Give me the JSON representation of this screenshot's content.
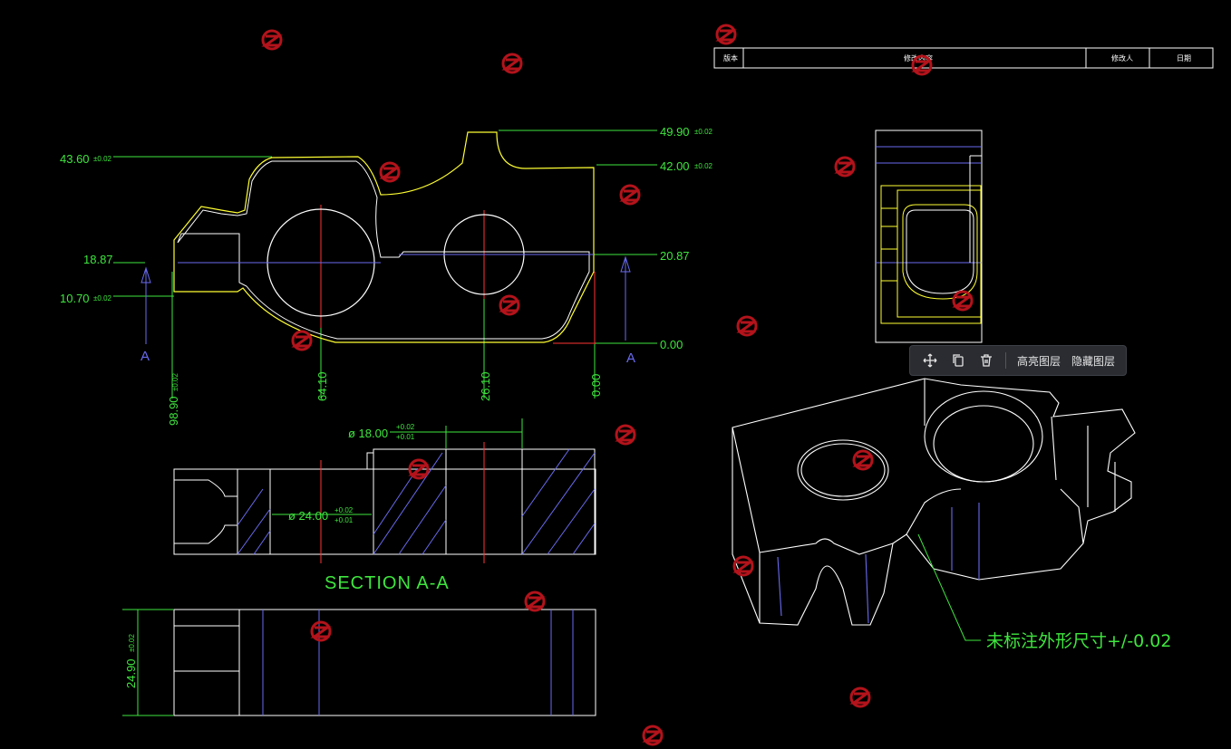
{
  "title_block": {
    "col1": "版本",
    "col2": "修改内容",
    "col3": "修改人",
    "col4": "日期"
  },
  "dims": {
    "d4360": "43.60",
    "d4360_tol": "±0.02",
    "d4990": "49.90",
    "d4990_tol": "±0.02",
    "d4200": "42.00",
    "d4200_tol": "±0.02",
    "d1887": "18.87",
    "d2087": "20.87",
    "d1070": "10.70",
    "d1070_tol": "±0.02",
    "d000r": "0.00",
    "d9890": "98.90",
    "d9890_tol": "±0.02",
    "d6410": "64.10",
    "d2610": "26.10",
    "d000b": "0.00",
    "phi18": "ø 18.00",
    "phi18_up": "+0.02",
    "phi18_lo": "+0.01",
    "phi24": "ø 24.00",
    "phi24_up": "+0.02",
    "phi24_lo": "+0.01",
    "d2490": "24.90",
    "d2490_tol": "±0.02",
    "arrowA_left": "A",
    "arrowA_right": "A"
  },
  "section_label": "SECTION A-A",
  "note": "未标注外形尺寸+/-0.02",
  "toolbar": {
    "move_icon": "move-icon",
    "copy_icon": "copy-icon",
    "delete_icon": "trash-icon",
    "highlight_label": "高亮图层",
    "hide_label": "隐藏图层"
  },
  "colors": {
    "background": "#000000",
    "dimension": "#3ee63e",
    "outline": "#ffffff",
    "part": "#ffff33",
    "hidden": "#6a6af0",
    "center": "#ff3333",
    "watermark": "#b3131b"
  }
}
